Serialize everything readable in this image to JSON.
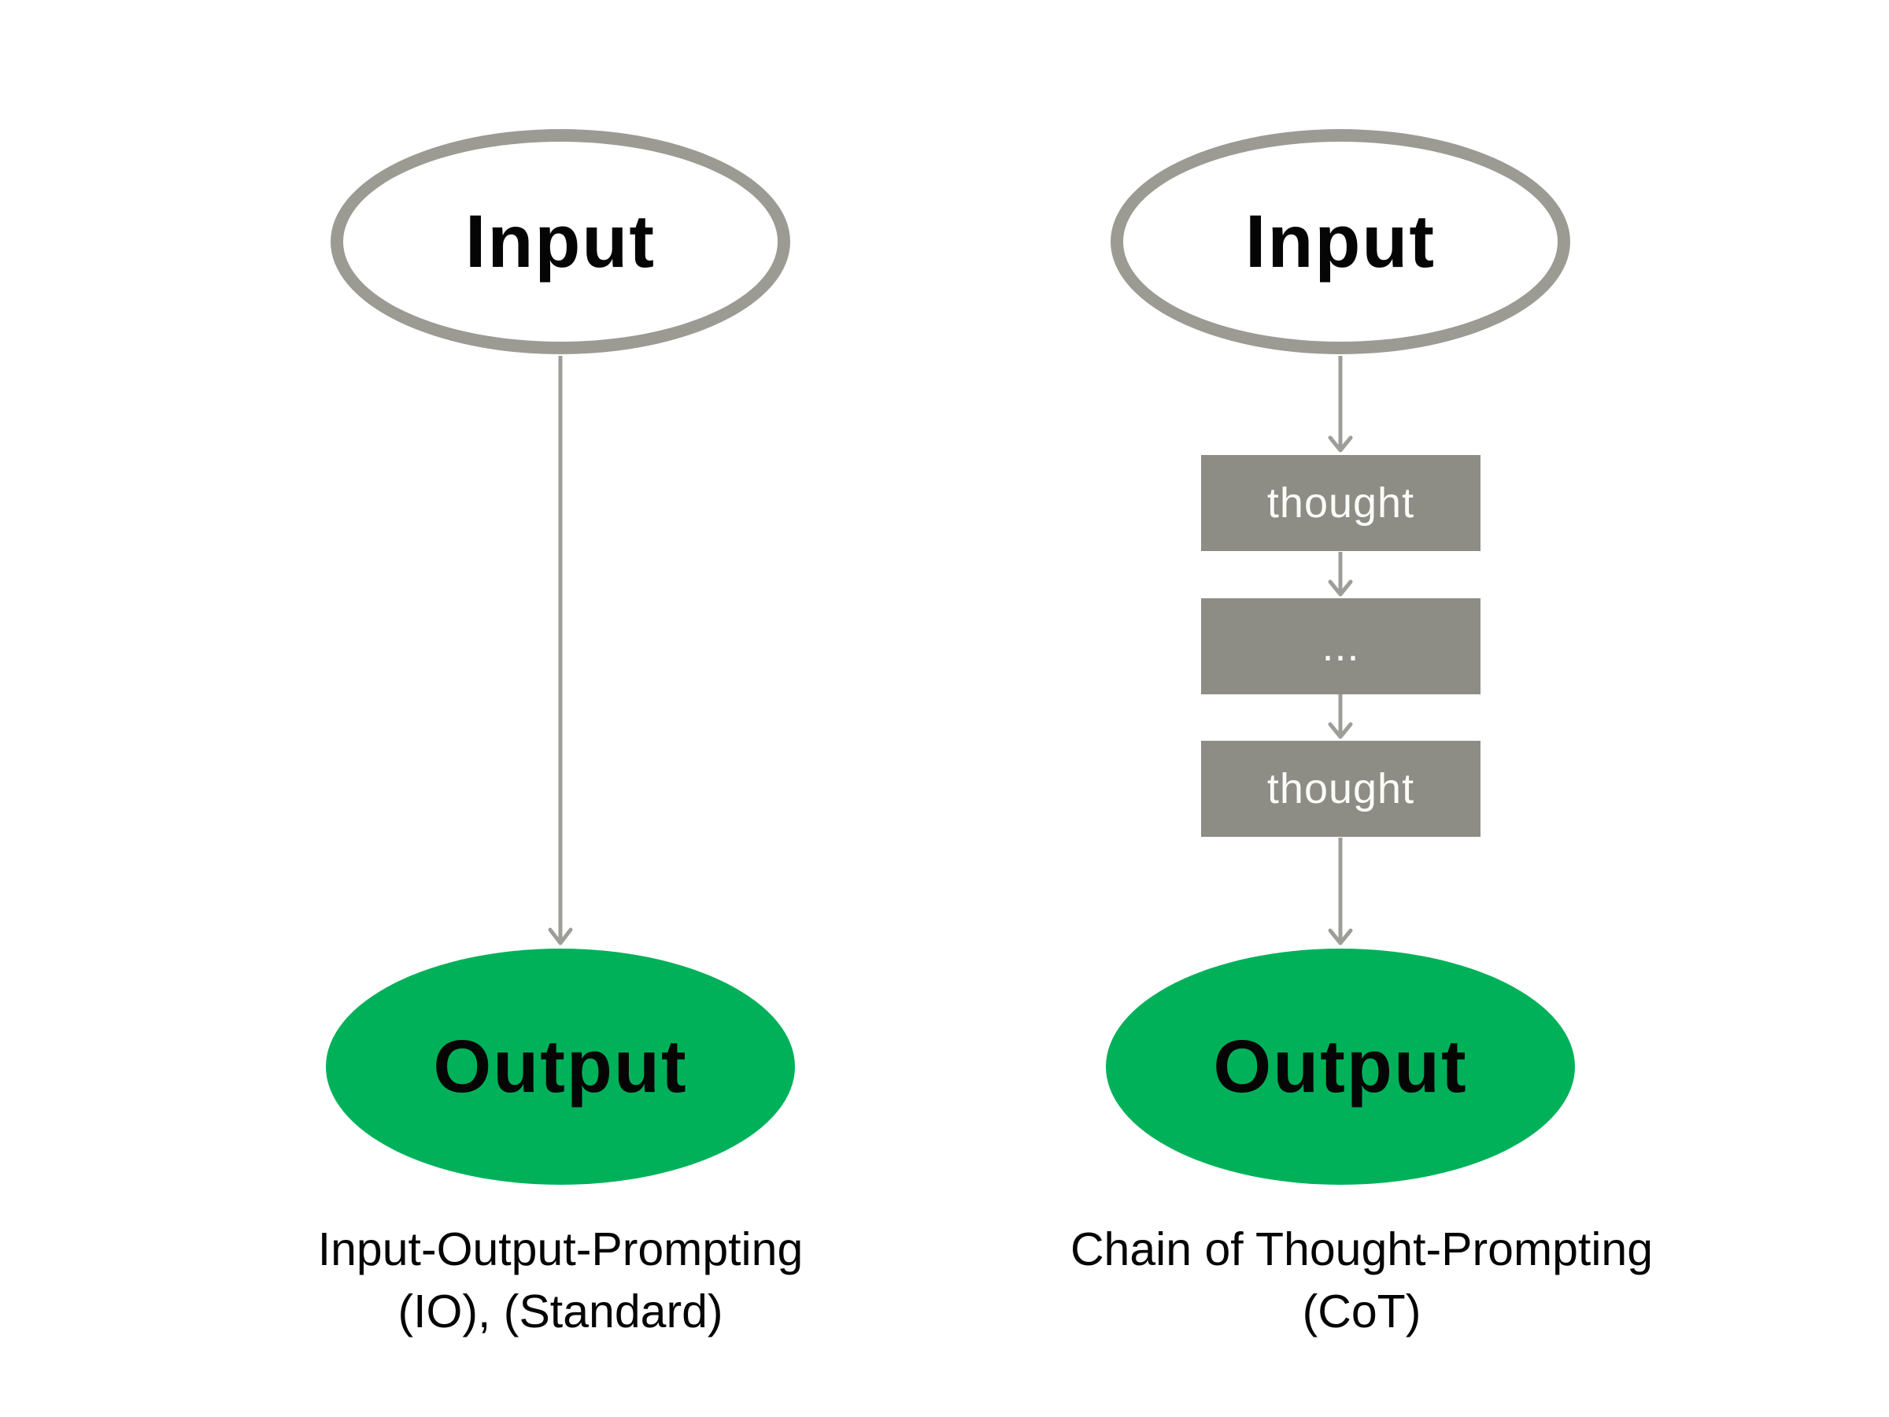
{
  "colors": {
    "background_white": "#ffffff",
    "ellipse_border_gray": "#9b9b94",
    "arrow_gray": "#9e9e99",
    "box_gray": "#8d8d86",
    "output_green": "#00b15a",
    "label_black": "#050505",
    "box_text_white": "#fbfbf9"
  },
  "left_diagram": {
    "input_label": "Input",
    "output_label": "Output",
    "caption_line1": "Input-Output-Prompting",
    "caption_line2": "(IO), (Standard)"
  },
  "right_diagram": {
    "input_label": "Input",
    "thought_steps": [
      "thought",
      "...",
      "thought"
    ],
    "output_label": "Output",
    "caption_line1": "Chain of Thought-Prompting",
    "caption_line2": "(CoT)"
  }
}
